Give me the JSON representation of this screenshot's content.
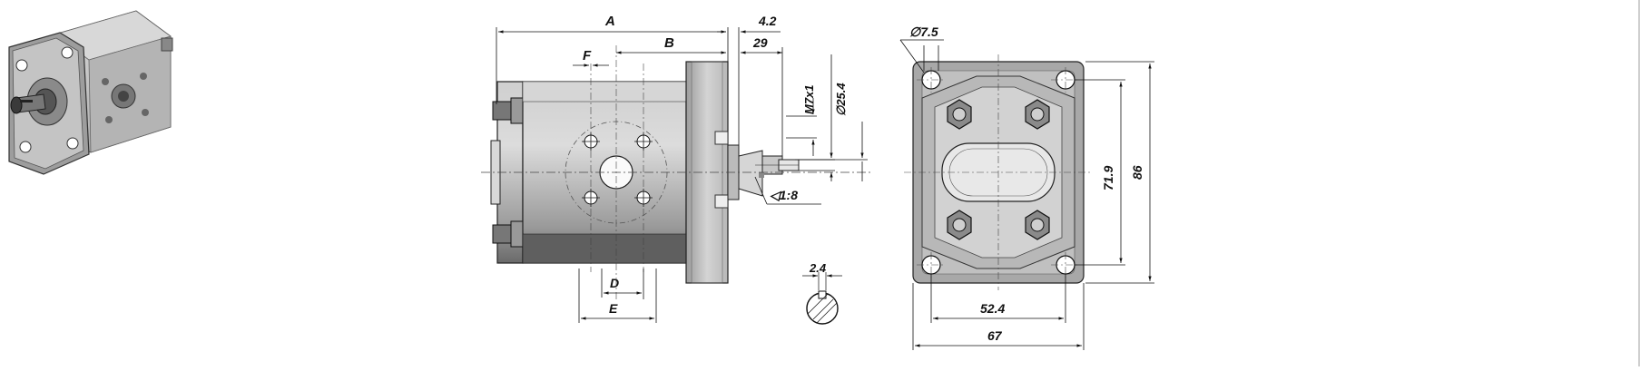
{
  "side_view": {
    "dim_A": "A",
    "dim_B": "B",
    "dim_F": "F",
    "dim_D": "D",
    "dim_E": "E",
    "dim_42": "4.2",
    "dim_29": "29",
    "dim_thread": "M7x1",
    "dim_dia254": "∅25.4",
    "taper": "◁1:8"
  },
  "key_detail": {
    "dim_24": "2.4"
  },
  "front_view": {
    "dim_hole": "∅7.5",
    "dim_524": "52.4",
    "dim_67": "67",
    "dim_719": "71.9",
    "dim_86": "86"
  }
}
